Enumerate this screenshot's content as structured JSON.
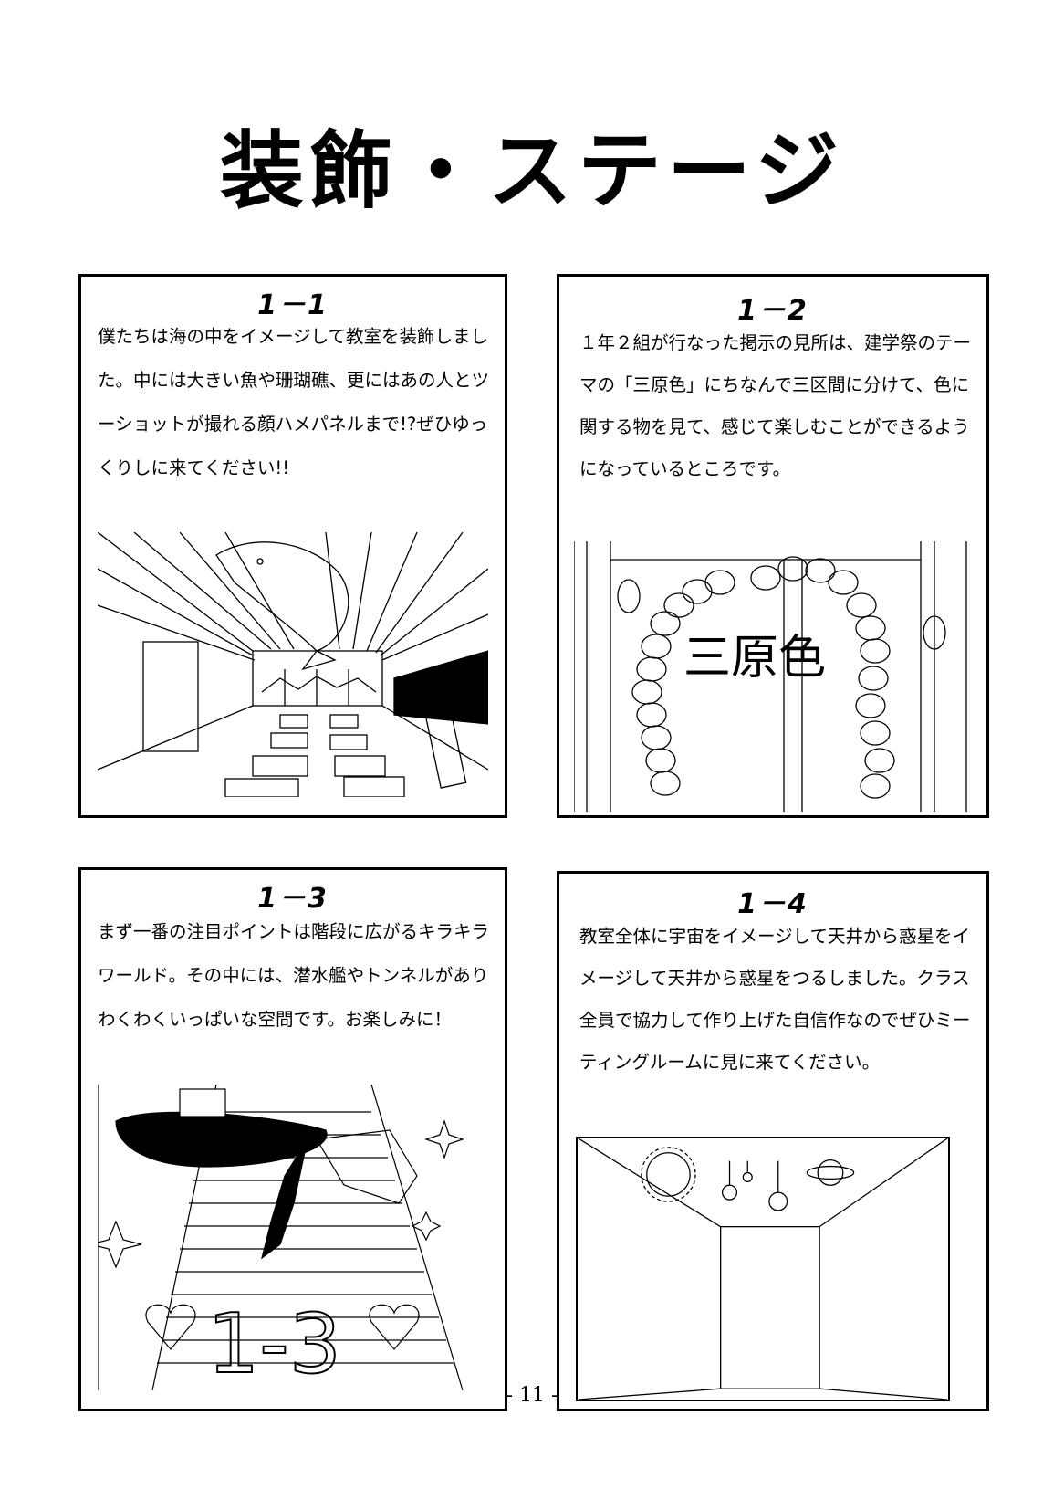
{
  "page_title": "装飾・ステージ",
  "panels": [
    {
      "number": "1－1",
      "text": "僕たちは海の中をイメージして教室を装飾しました。中には大きい魚や珊瑚礁、更にはあの人とツーショットが撮れる顔ハメパネルまで!?ぜひゆっくりしに来てください!!"
    },
    {
      "number": "1－2",
      "text": "１年２組が行なった掲示の見所は、建学祭のテーマの「三原色」にちなんで三区間に分けて、色に関する物を見て、感じて楽しむことができるようになっているところです。",
      "illustration_text": "三原色"
    },
    {
      "number": "1－3",
      "text": "まず一番の注目ポイントは階段に広がるキラキラワールド。その中には、潜水艦やトンネルがありわくわくいっぱいな空間です。お楽しみに！",
      "illustration_text": "1-3"
    },
    {
      "number": "1－4",
      "text": "教室全体に宇宙をイメージして天井から惑星をイメージして天井から惑星をつるしました。クラス全員で協力して作り上げた自信作なのでぜひミーティングルームに見に来てください。"
    }
  ],
  "page_number": "- 11 -"
}
